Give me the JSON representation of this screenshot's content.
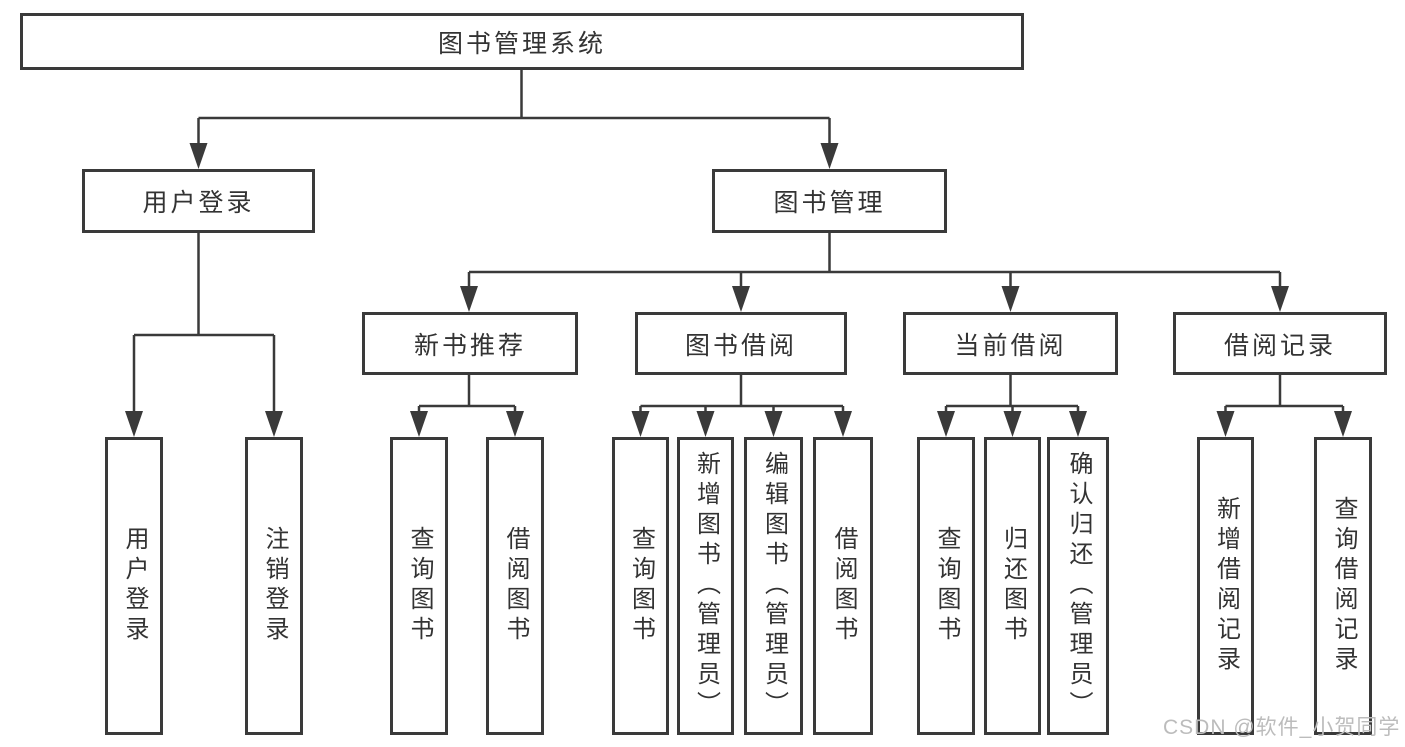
{
  "diagram": {
    "root": "图书管理系统",
    "level2": {
      "user_login": "用户登录",
      "book_management": "图书管理"
    },
    "level3": {
      "new_book_recommend": "新书推荐",
      "book_borrow": "图书借阅",
      "current_borrow": "当前借阅",
      "borrow_records": "借阅记录"
    },
    "leaves": {
      "user_login": "用户登录",
      "logout": "注销登录",
      "nb_query_books": "查询图书",
      "nb_borrow_books": "借阅图书",
      "bb_query_books": "查询图书",
      "bb_add_books_admin": "新增图书（管理员）",
      "bb_edit_books_admin": "编辑图书（管理员）",
      "bb_borrow_books": "借阅图书",
      "cb_query_books": "查询图书",
      "cb_return_books": "归还图书",
      "cb_confirm_return_admin": "确认归还（管理员）",
      "br_add_record": "新增借阅记录",
      "br_query_record": "查询借阅记录"
    }
  },
  "watermark": "CSDN @软件_小贺同学",
  "colors": {
    "line": "#3a3a3a",
    "text": "#333333",
    "watermark": "#bcbcbc",
    "background": "#ffffff"
  }
}
